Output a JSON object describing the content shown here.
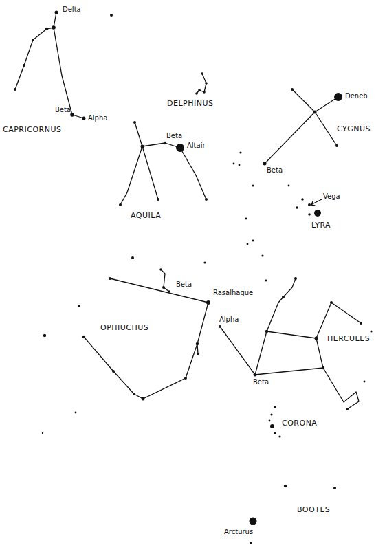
{
  "diagram": {
    "labels": [
      "Delta",
      "Deneb",
      "Beta",
      "Alpha",
      "DELPHINUS",
      "CAPRICORNUS",
      "CYGNUS",
      "Beta",
      "Altair",
      "Beta",
      "Vega",
      "AQUILA",
      "LYRA",
      "Beta",
      "Rasalhague",
      "Alpha",
      "OPHIUCHUS",
      "HERCULES",
      "Beta",
      "CORONA",
      "BOOTES",
      "Arcturus"
    ]
  }
}
